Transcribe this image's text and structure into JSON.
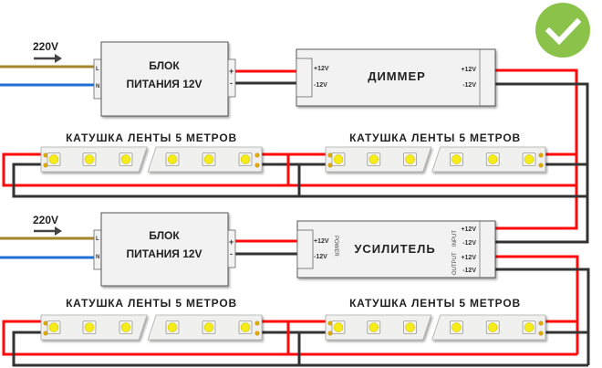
{
  "status": {
    "icon": "checkmark-icon",
    "color": "#8bc34a"
  },
  "colors": {
    "wire_live": "#a3862c",
    "wire_neutral": "#1f6fd6",
    "wire_positive": "#ff0a0a",
    "wire_negative": "#333333",
    "led": "#f5ec1a",
    "led_pad": "#e0a800"
  },
  "top_section": {
    "input_voltage": "220V",
    "power_supply": {
      "line1": "БЛОК",
      "line2": "ПИТАНИЯ 12V",
      "terminal_in": [
        "L",
        "N"
      ],
      "terminal_out": [
        "+",
        "-"
      ]
    },
    "dimmer": {
      "title": "ДИММЕР",
      "in_pos": "+12V",
      "in_neg": "-12V",
      "out_pos": "+12V",
      "out_neg": "-12V"
    },
    "strips": [
      {
        "label": "КАТУШКА ЛЕНТЫ 5 МЕТРОВ"
      },
      {
        "label": "КАТУШКА ЛЕНТЫ 5 МЕТРОВ"
      }
    ]
  },
  "bottom_section": {
    "input_voltage": "220V",
    "power_supply": {
      "line1": "БЛОК",
      "line2": "ПИТАНИЯ 12V",
      "terminal_in": [
        "L",
        "N"
      ],
      "terminal_out": [
        "+",
        "-"
      ]
    },
    "amplifier": {
      "title": "УСИЛИТЕЛЬ",
      "power_label": "POWER",
      "input_label": "INPUT",
      "output_label": "OUTPUT",
      "pwr_pos": "+12V",
      "pwr_neg": "-12V",
      "in_pos": "+12V",
      "in_neg": "-12V",
      "out_pos": "+12V",
      "out_neg": "-12V"
    },
    "strips": [
      {
        "label": "КАТУШКА ЛЕНТЫ 5 МЕТРОВ"
      },
      {
        "label": "КАТУШКА ЛЕНТЫ 5 МЕТРОВ"
      }
    ]
  }
}
